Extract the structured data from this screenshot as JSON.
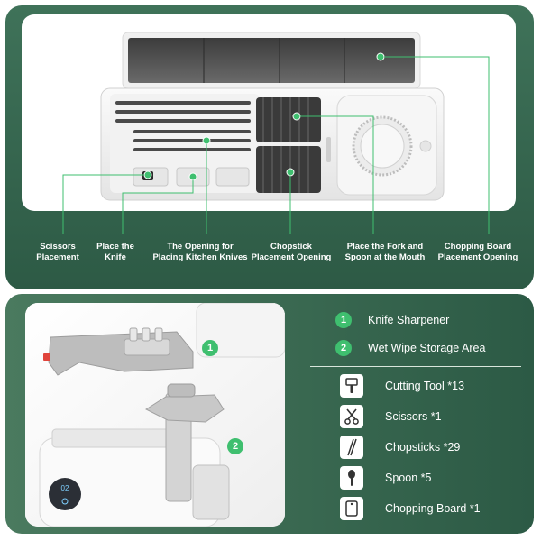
{
  "top": {
    "callouts": [
      {
        "id": "scissors",
        "lines": [
          "Scissors",
          "Placement"
        ]
      },
      {
        "id": "knife",
        "lines": [
          "Place the",
          "Knife"
        ]
      },
      {
        "id": "opening",
        "lines": [
          "The Opening for",
          "Placing Kitchen Knives"
        ]
      },
      {
        "id": "chopstick",
        "lines": [
          "Chopstick",
          "Placement Opening"
        ]
      },
      {
        "id": "fork",
        "lines": [
          "Place the Fork and",
          "Spoon at the Mouth"
        ]
      },
      {
        "id": "board",
        "lines": [
          "Chopping Board",
          "Placement Opening"
        ]
      }
    ]
  },
  "bottom": {
    "photo_markers": [
      "1",
      "2"
    ],
    "device_display": "02",
    "legend": [
      {
        "number": "1",
        "label": "Knife Sharpener"
      },
      {
        "number": "2",
        "label": "Wet Wipe Storage Area"
      }
    ],
    "items": [
      {
        "icon": "cutting-tool-icon",
        "label": "Cutting Tool *13"
      },
      {
        "icon": "scissors-icon",
        "label": "Scissors *1"
      },
      {
        "icon": "chopsticks-icon",
        "label": "Chopsticks *29"
      },
      {
        "icon": "spoon-icon",
        "label": "Spoon *5"
      },
      {
        "icon": "chopping-board-icon",
        "label": "Chopping Board *1"
      }
    ]
  },
  "colors": {
    "panel_green": "#2d5a45",
    "marker_green": "#3fbf6f",
    "text": "#ffffff"
  }
}
